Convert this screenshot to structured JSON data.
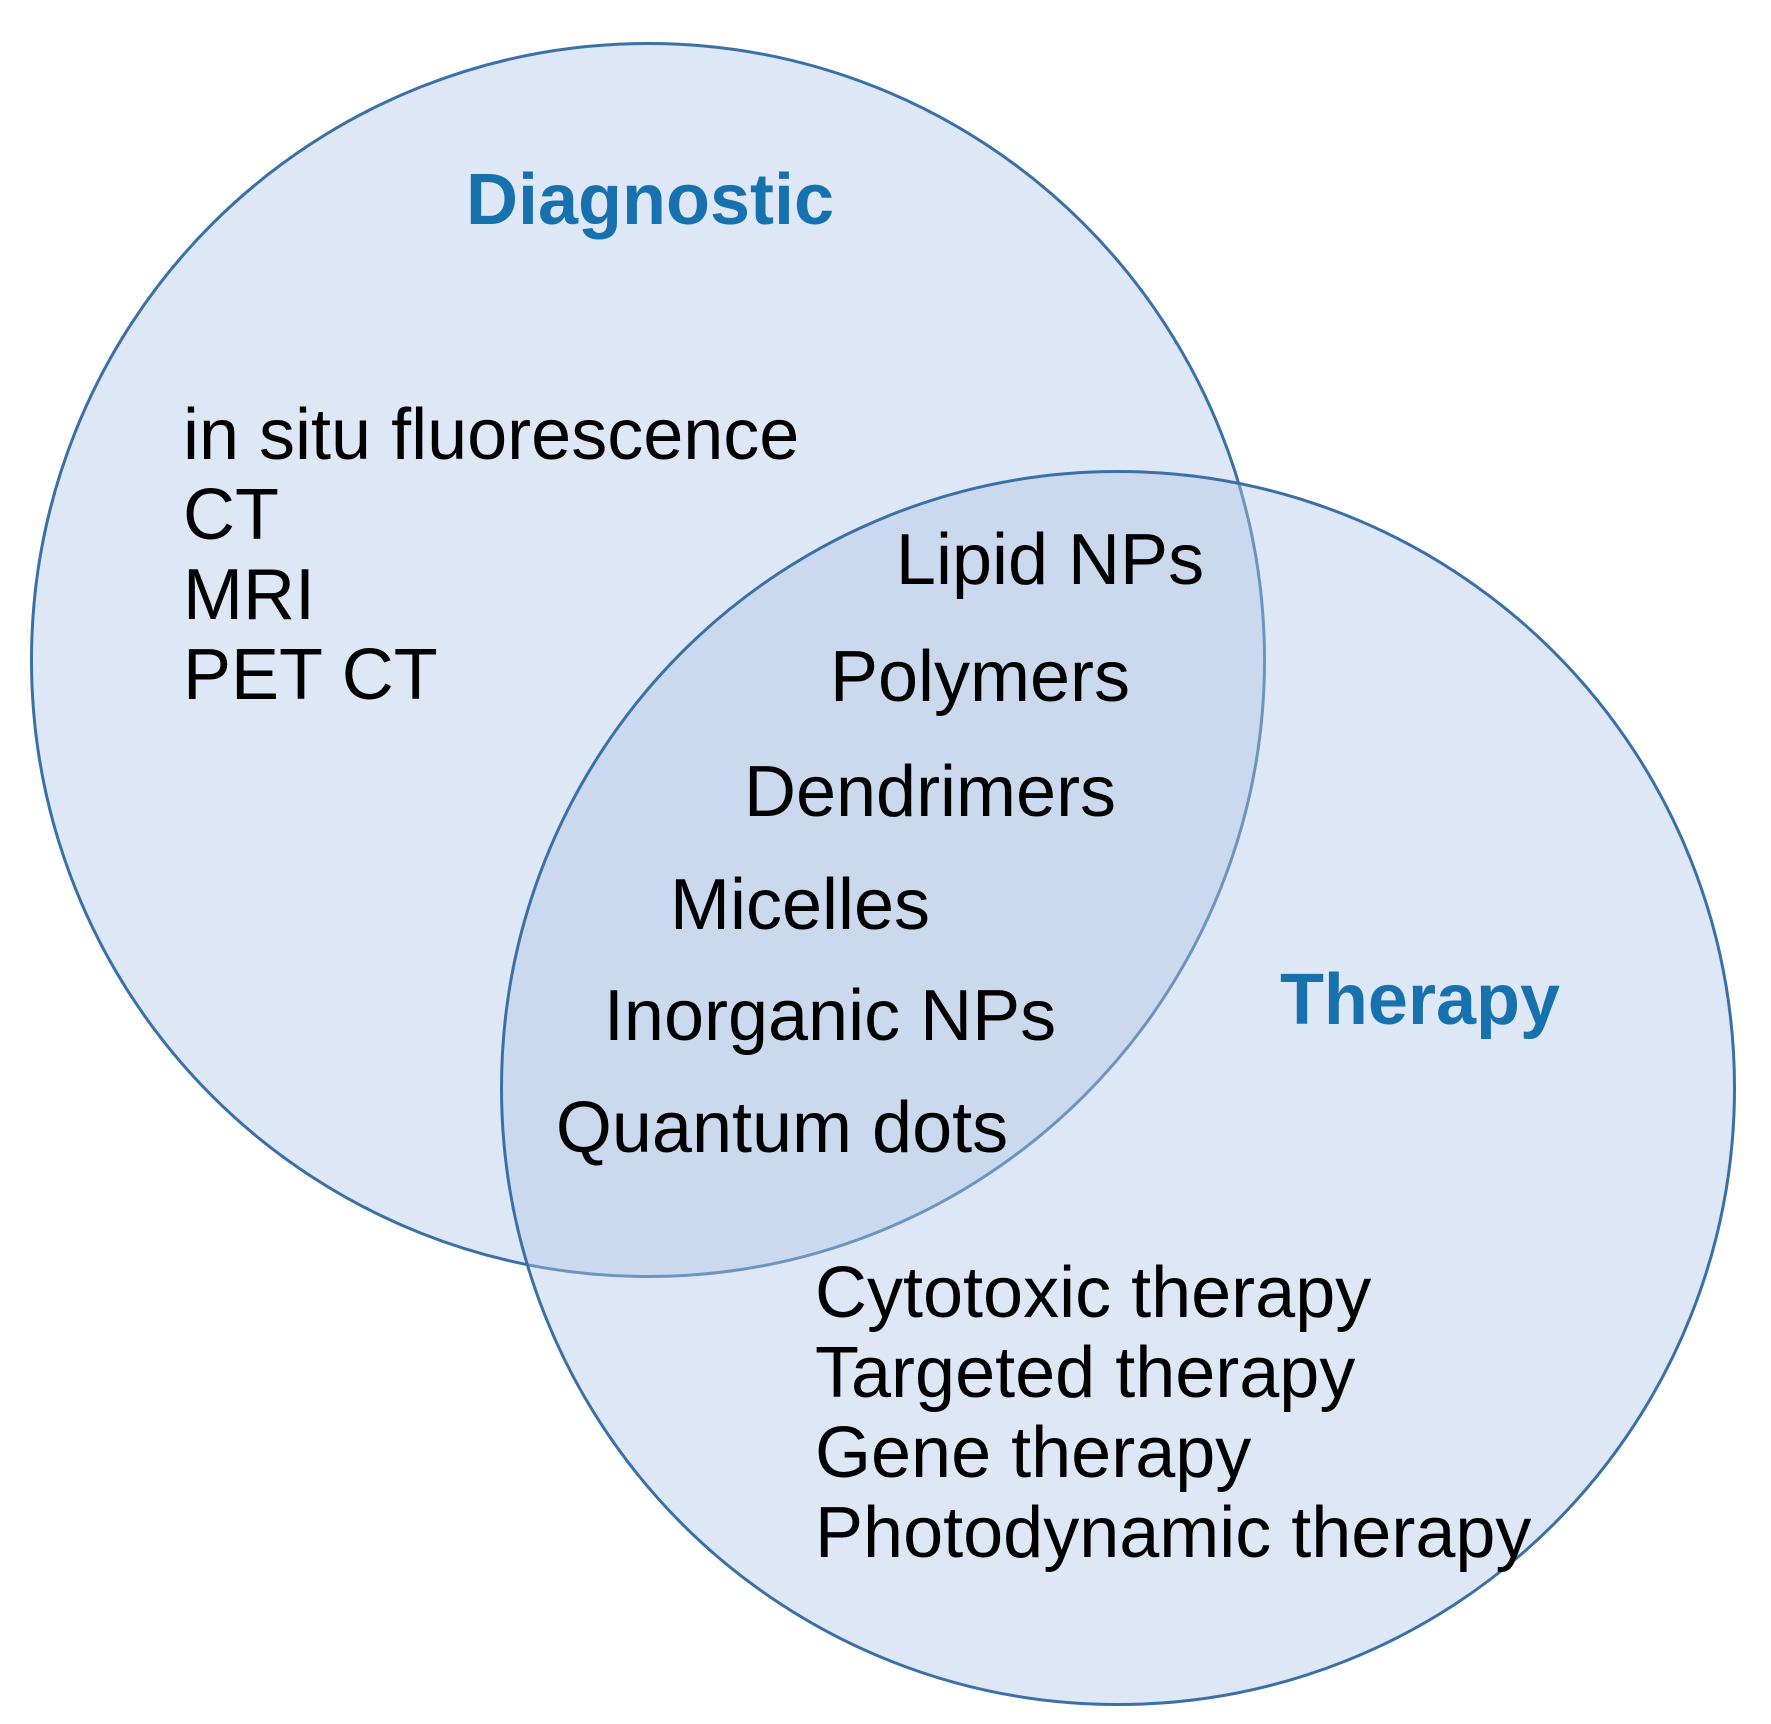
{
  "venn": {
    "colors": {
      "background": "#ffffff",
      "circle_fill_base": "#b0c6e6",
      "circle_single_fill": "#dee7f4",
      "circle_overlap_fill": "#cbd9ee",
      "circle_stroke": "#3a70a8",
      "title_color": "#1671ad",
      "text_color": "#000000"
    },
    "diagnostic": {
      "label": "Diagnostic",
      "items": [
        "in situ fluorescence",
        "CT",
        "MRI",
        "PET CT"
      ]
    },
    "therapy": {
      "label": "Therapy",
      "items": [
        "Cytotoxic therapy",
        "Targeted therapy",
        "Gene therapy",
        "Photodynamic therapy"
      ]
    },
    "intersection": {
      "items": [
        "Lipid NPs",
        "Polymers",
        "Dendrimers",
        "Micelles",
        "Inorganic NPs",
        "Quantum dots"
      ]
    }
  }
}
